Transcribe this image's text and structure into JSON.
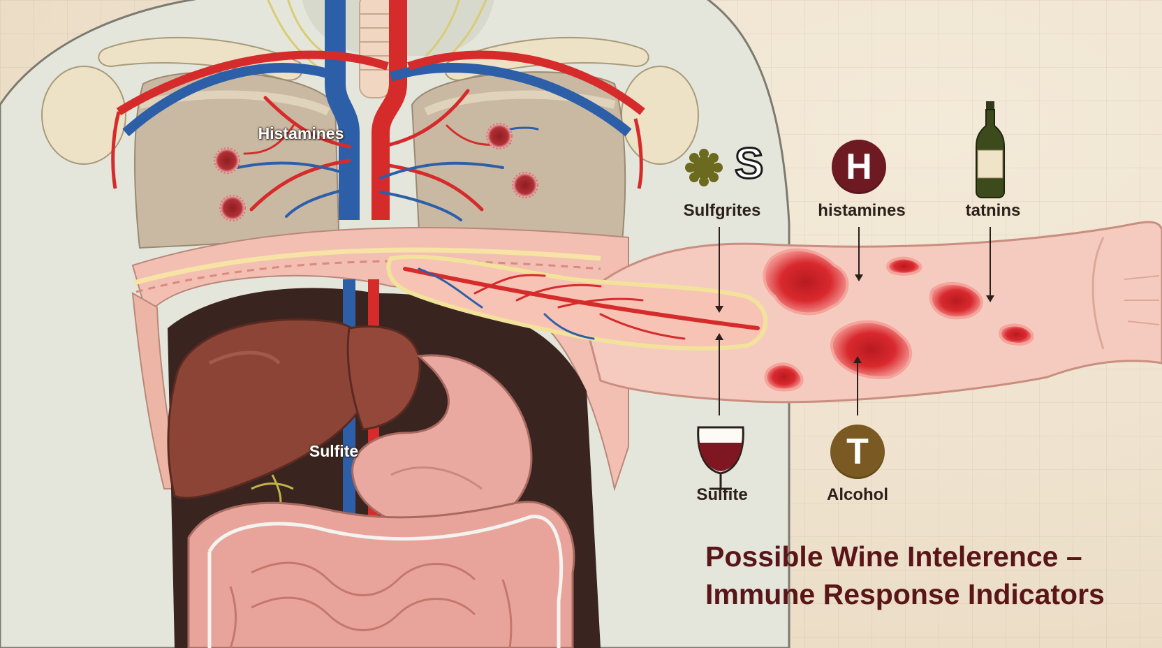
{
  "title": {
    "line1": "Possible Wine Intelerence –",
    "line2": "Immune Response Indicators"
  },
  "body_labels": {
    "lungs": "Histamines",
    "abdomen": "Sulfite"
  },
  "indicators": {
    "sulfites": {
      "label": "Sulfgrites",
      "icon": "S",
      "icon_name": "sulfite-s-icon"
    },
    "histamines": {
      "label": "histamines",
      "icon": "H",
      "icon_name": "histamine-h-icon"
    },
    "tannins": {
      "label": "tatnins",
      "icon_name": "wine-bottle-icon"
    },
    "sulfite_glass": {
      "label": "Sulfite",
      "icon_name": "wine-glass-icon"
    },
    "alcohol": {
      "label": "Alcohol",
      "icon": "T",
      "icon_name": "alcohol-t-icon"
    }
  },
  "colors": {
    "title": "#5a1518",
    "histamine_badge": "#6e1a22",
    "alcohol_badge": "#7a5a22",
    "sulfite_mark": "#6b6a1e",
    "artery": "#d62b2b",
    "vein": "#2d5fa8",
    "skin": "#f5cbbf",
    "hive": "#d8262c"
  }
}
